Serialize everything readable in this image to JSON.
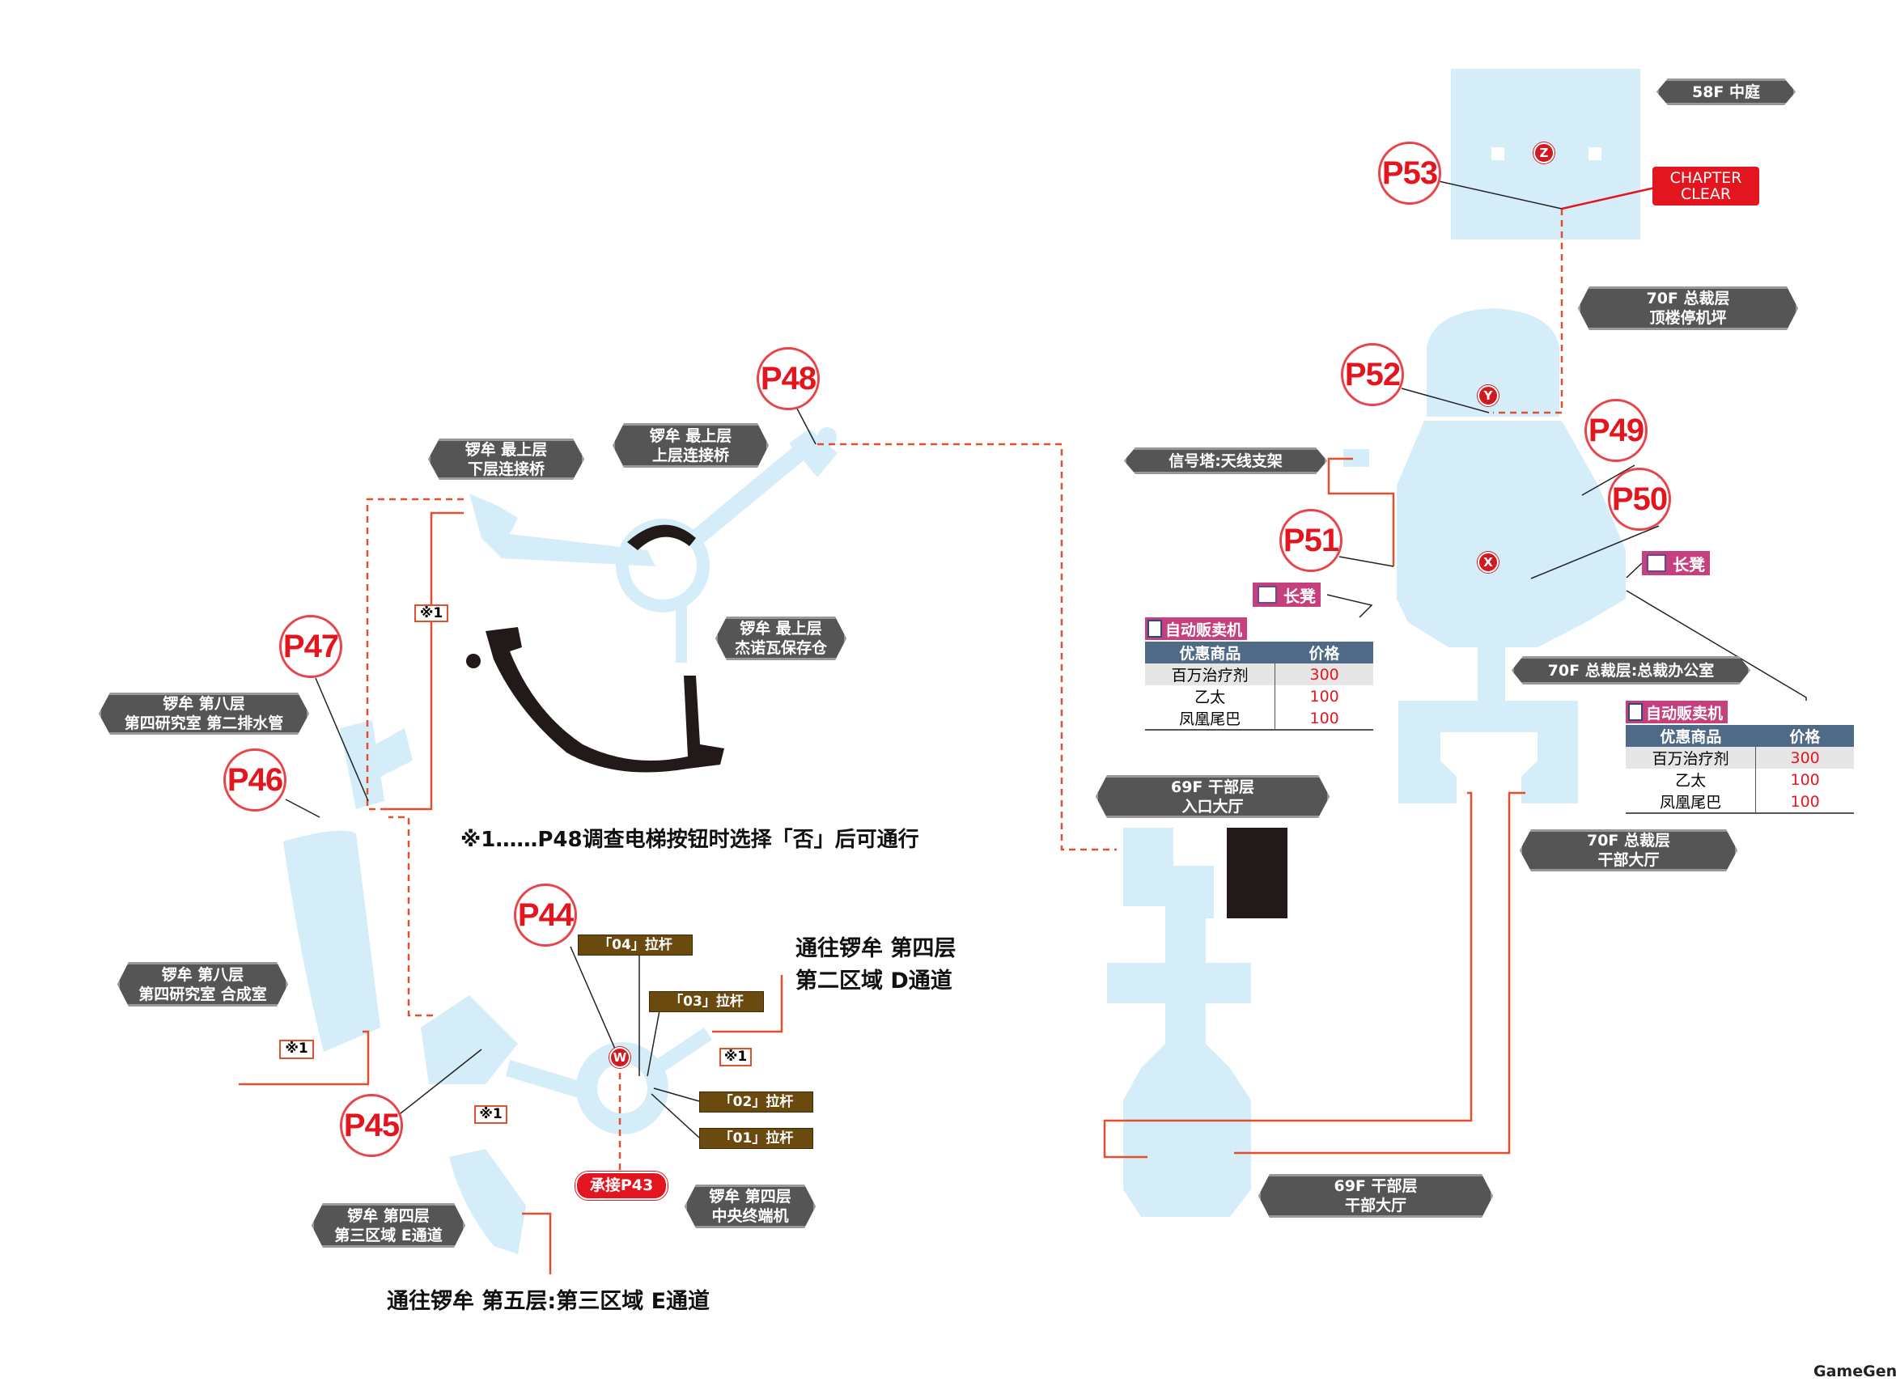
{
  "colors": {
    "map_fill": "#d5ecf9",
    "route_red": "#e0502d",
    "label_bg": "#555555",
    "point_red": "#e3161f"
  },
  "page_points": [
    "P44",
    "P45",
    "P46",
    "P47",
    "P48",
    "P49",
    "P50",
    "P51",
    "P52",
    "P53"
  ],
  "area_labels": {
    "f58_courtyard": [
      "58F 中庭"
    ],
    "f70_heliport": [
      "70F 总裁层",
      "顶楼停机坪"
    ],
    "signal_tower": [
      "信号塔:天线支架"
    ],
    "f70_office": [
      "70F 总裁层:总裁办公室"
    ],
    "f70_exec_hall": [
      "70F 总裁层",
      "干部大厅"
    ],
    "f69_entrance": [
      "69F 干部层",
      "入口大厅"
    ],
    "f69_exec_hall": [
      "69F 干部层",
      "干部大厅"
    ],
    "top_lower_bridge": [
      "锣牟 最上层",
      "下层连接桥"
    ],
    "top_upper_bridge": [
      "锣牟 最上层",
      "上层连接桥"
    ],
    "top_jenova": [
      "锣牟 最上层",
      "杰诺瓦保存仓"
    ],
    "f8_drain": [
      "锣牟 第八层",
      "第四研究室 第二排水管"
    ],
    "f8_synth": [
      "锣牟 第八层",
      "第四研究室 合成室"
    ],
    "f4_terminal": [
      "锣牟 第四层",
      "中央终端机"
    ],
    "f4_e_passage": [
      "锣牟 第四层",
      "第三区域 E通道"
    ]
  },
  "chapter_clear": [
    "CHAPTER",
    "CLEAR"
  ],
  "markers": {
    "z": "Z",
    "y": "Y",
    "x": "X",
    "w": "W"
  },
  "bench_label": "长凳",
  "vending": {
    "title": "自动贩卖机",
    "headers": [
      "优惠商品",
      "价格"
    ],
    "rows": [
      {
        "item": "百万治疗剂",
        "price": "300"
      },
      {
        "item": "乙太",
        "price": "100"
      },
      {
        "item": "凤凰尾巴",
        "price": "100"
      }
    ]
  },
  "levers": [
    "「04」拉杆",
    "「03」拉杆",
    "「02」拉杆",
    "「01」拉杆"
  ],
  "note_mark": "※1",
  "note_text": "※1……P48调查电梯按钮时选择「否」后可通行",
  "continue_from": "承接P43",
  "to_f4_d": [
    "通往锣牟 第四层",
    "第二区域 D通道"
  ],
  "to_f5_e": "通往锣牟 第五层:第三区域 E通道",
  "watermark": "GameGene"
}
